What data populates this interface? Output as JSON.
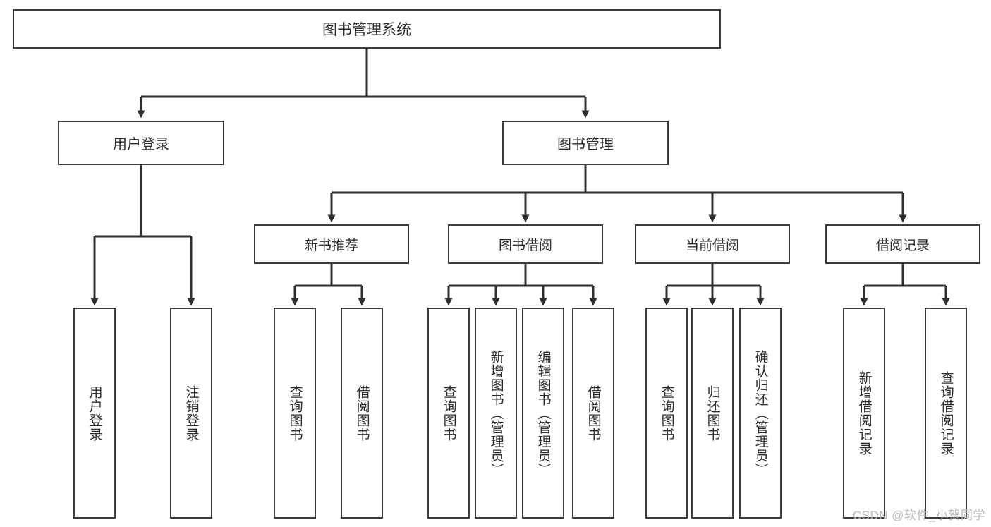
{
  "diagram": {
    "title": "图书管理系统",
    "type": "tree",
    "watermark": "CSDN @软件_小贺同学",
    "colors": {
      "box_border": "#3b3b3b",
      "box_fill": "#ffffff",
      "edge": "#2f2f2f",
      "text": "#2b2b2b",
      "watermark": "#b9b9b9",
      "background": "#ffffff"
    },
    "root": {
      "label": "图书管理系统"
    },
    "level2": [
      {
        "label": "用户登录"
      },
      {
        "label": "图书管理"
      }
    ],
    "level3": [
      {
        "label": "新书推荐"
      },
      {
        "label": "图书借阅"
      },
      {
        "label": "当前借阅"
      },
      {
        "label": "借阅记录"
      }
    ],
    "leaves": {
      "user_login": [
        {
          "label": "用户登录"
        },
        {
          "label": "注销登录"
        }
      ],
      "new_book": [
        {
          "label": "查询图书"
        },
        {
          "label": "借阅图书"
        }
      ],
      "borrow": [
        {
          "label": "查询图书"
        },
        {
          "label": "新增图书（管理员）"
        },
        {
          "label": "编辑图书（管理员）"
        },
        {
          "label": "借阅图书"
        }
      ],
      "current": [
        {
          "label": "查询图书"
        },
        {
          "label": "归还图书"
        },
        {
          "label": "确认归还（管理员）"
        }
      ],
      "records": [
        {
          "label": "新增借阅记录"
        },
        {
          "label": "查询借阅记录"
        }
      ]
    }
  }
}
